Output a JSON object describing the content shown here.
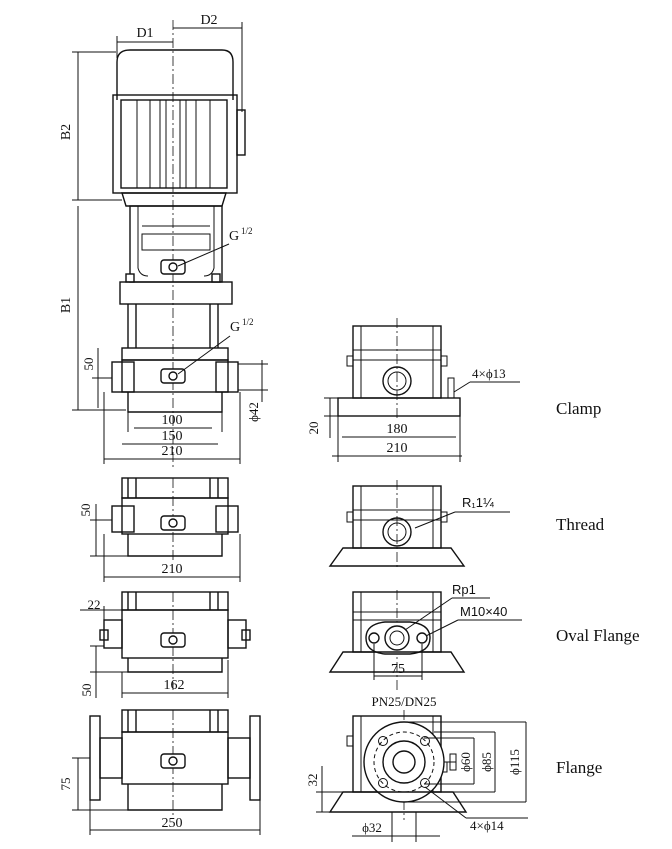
{
  "labels": {
    "d1": "D1",
    "d2": "D2",
    "b1": "B1",
    "b2": "B2",
    "g_upper": "G",
    "g_upper_frac": "1/2",
    "g_lower": "G",
    "g_lower_frac": "1/2",
    "dim_50_top": "50",
    "dim_100": "100",
    "dim_150": "150",
    "dim_210_top": "210",
    "phi42": "ϕ42",
    "dim_20": "20",
    "dim_180": "180",
    "dim_210_clamp": "210",
    "bolt_clamp": "4×ϕ13",
    "dim_50_thread": "50",
    "dim_210_thread": "210",
    "rp_thread": "R₁1¼",
    "dim_22": "22",
    "dim_50_oval": "50",
    "dim_162": "162",
    "rp1": "Rp1",
    "m10": "M10×40",
    "dim_75_oval": "75",
    "pn_dn": "PN25/DN25",
    "dim_75_flange": "75",
    "dim_250": "250",
    "dim_32": "32",
    "phi32": "ϕ32",
    "phi60": "ϕ60",
    "phi85": "ϕ85",
    "phi115": "ϕ115",
    "bolt_flange": "4×ϕ14"
  },
  "row_titles": {
    "clamp": "Clamp",
    "thread": "Thread",
    "oval_flange": "Oval Flange",
    "flange": "Flange"
  }
}
